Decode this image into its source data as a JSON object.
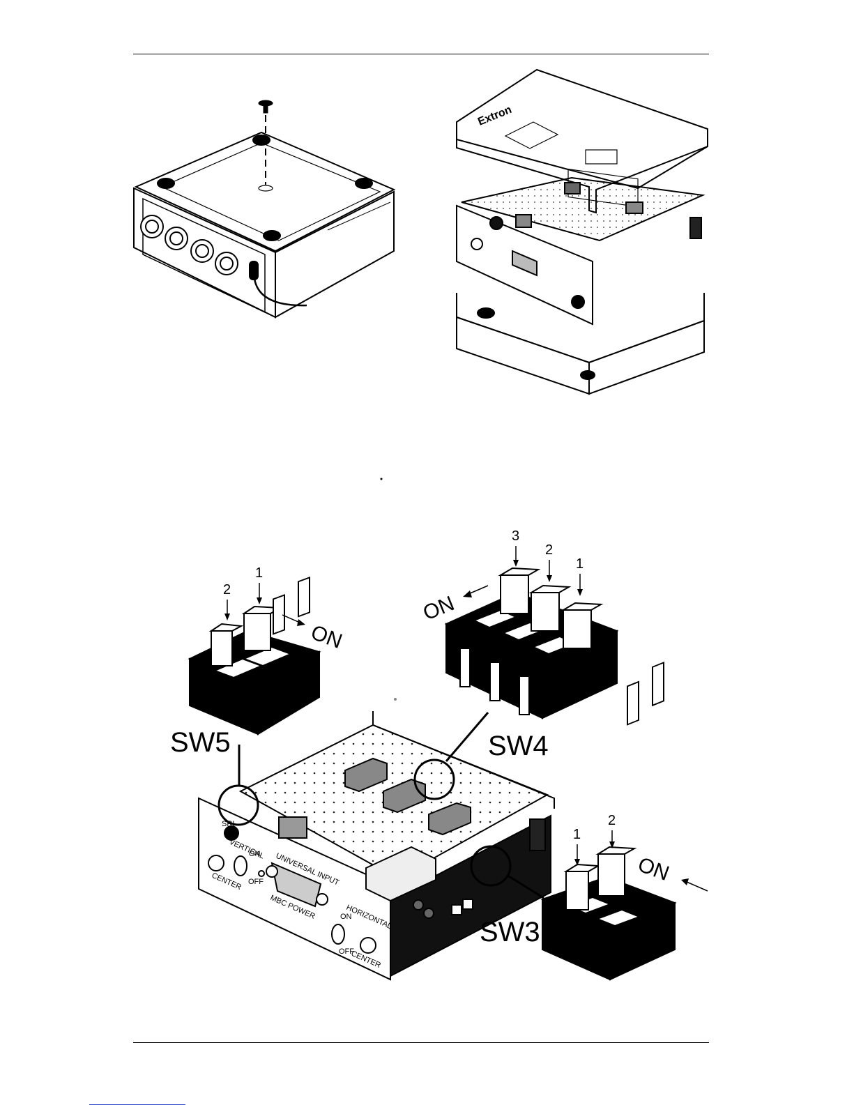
{
  "brand": "Extron",
  "front_panel": {
    "universal_input": "UNIVERSAL INPUT",
    "mbc_power": "MBC POWER",
    "vertical": "VERTICAL",
    "horizontal": "HORIZONTAL",
    "center": "CENTER",
    "on": "ON",
    "off": "OFF",
    "sri": "SRI"
  },
  "switches": {
    "sw5": {
      "label": "SW5",
      "on_label": "ON",
      "positions": [
        "2",
        "1"
      ]
    },
    "sw4": {
      "label": "SW4",
      "on_label": "ON",
      "positions": [
        "3",
        "2",
        "1"
      ]
    },
    "sw3": {
      "label": "SW3",
      "on_label": "ON",
      "positions": [
        "1",
        "2"
      ]
    }
  },
  "icons": [
    "screw-icon",
    "bnc-connector-icon",
    "dip-switch-icon",
    "toggle-switch-icon",
    "db9-connector-icon"
  ]
}
